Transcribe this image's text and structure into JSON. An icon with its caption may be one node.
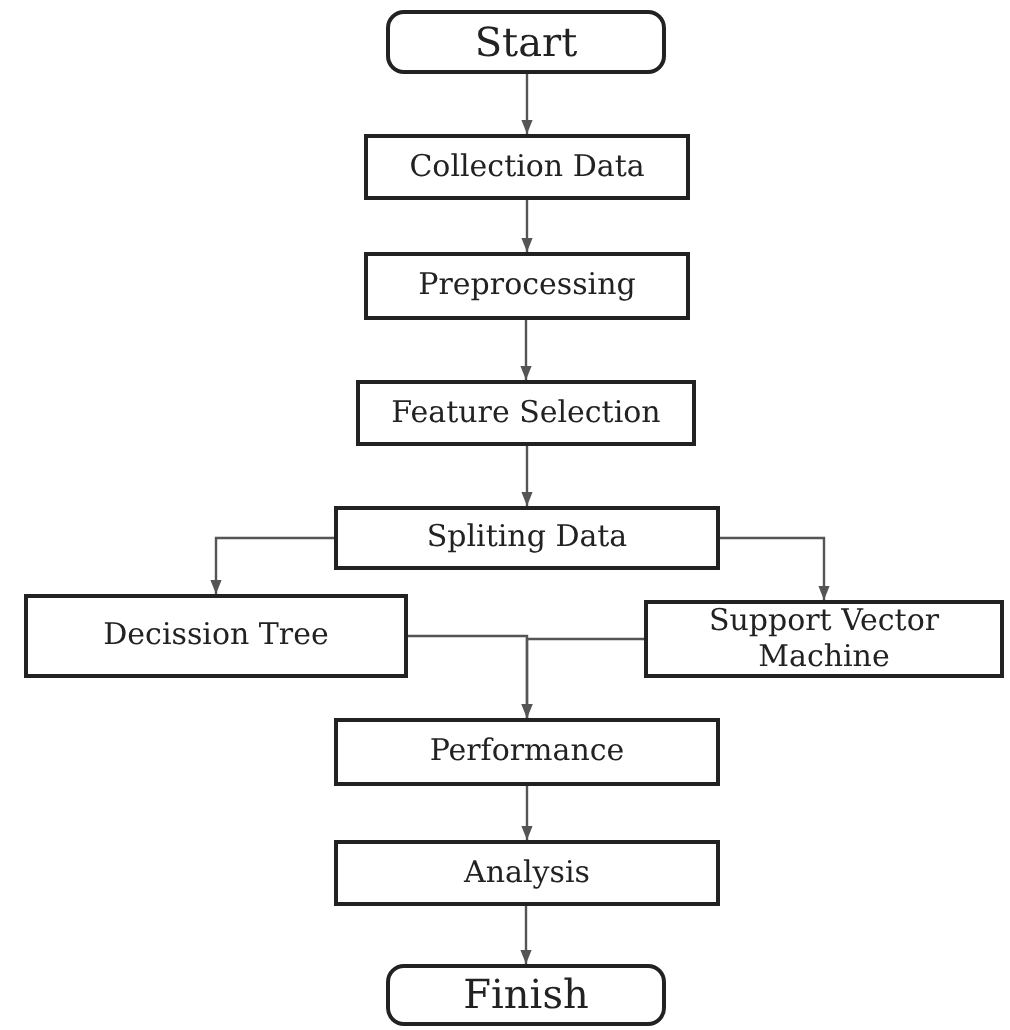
{
  "diagram": {
    "nodes": [
      {
        "text": [
          "Start"
        ]
      },
      {
        "text": [
          "Collection Data"
        ]
      },
      {
        "text": [
          "Preprocessing"
        ]
      },
      {
        "text": [
          "Feature Selection"
        ]
      },
      {
        "text": [
          "Spliting Data"
        ]
      },
      {
        "text": [
          "Decission Tree"
        ]
      },
      {
        "text": [
          "Support Vector Machine"
        ]
      },
      {
        "text": [
          "Performance"
        ]
      },
      {
        "text": [
          "Analysis"
        ]
      },
      {
        "text": [
          "Finish"
        ]
      }
    ],
    "edges": [
      {
        "from": 0,
        "to": 1,
        "arrow": "to"
      },
      {
        "from": 1,
        "to": 2,
        "arrow": "to"
      },
      {
        "from": 2,
        "to": 3,
        "arrow": "to"
      },
      {
        "from": 3,
        "to": 4,
        "arrow": "to"
      },
      {
        "from": 4,
        "to": 5,
        "arrow": "to"
      },
      {
        "from": 4,
        "to": 6,
        "arrow": "to"
      },
      {
        "from": 5,
        "to": 7,
        "arrow": "to"
      },
      {
        "from": 6,
        "to": 7,
        "arrow": "to"
      },
      {
        "from": 7,
        "to": 8,
        "arrow": "to"
      },
      {
        "from": 8,
        "to": 9,
        "arrow": "to"
      }
    ]
  }
}
